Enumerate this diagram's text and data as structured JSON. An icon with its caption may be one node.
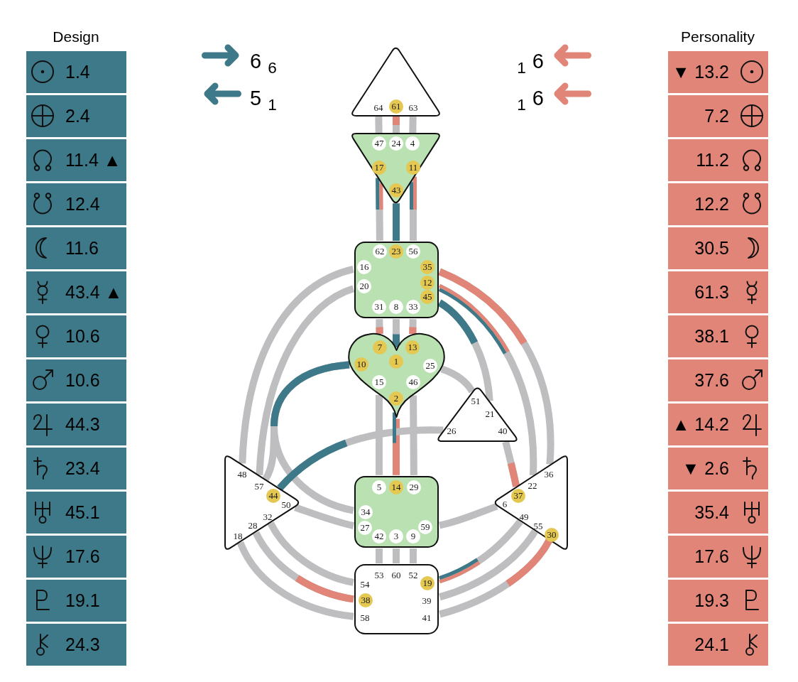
{
  "diagram": {
    "nodes": [
      {
        "text": [
          "1.4"
        ]
      },
      {
        "text": [
          "2.4"
        ]
      },
      {
        "text": [
          "11.4 ▲"
        ]
      },
      {
        "text": [
          "12.4"
        ]
      },
      {
        "text": [
          "11.6"
        ]
      },
      {
        "text": [
          "43.4 ▲"
        ]
      },
      {
        "text": [
          "10.6"
        ]
      },
      {
        "text": [
          "10.6"
        ]
      },
      {
        "text": [
          "44.3"
        ]
      },
      {
        "text": [
          "23.4"
        ]
      },
      {
        "text": [
          "45.1"
        ]
      },
      {
        "text": [
          "17.6"
        ]
      },
      {
        "text": [
          "19.1"
        ]
      },
      {
        "text": [
          "24.3"
        ]
      },
      {
        "text": [],
        "shape": "triangle"
      },
      {
        "text": [
          "64"
        ],
        "in": 14
      },
      {
        "text": [
          "61"
        ],
        "in": 14
      },
      {
        "text": [
          "63"
        ],
        "in": 14
      },
      {
        "text": [],
        "shape": "triangle"
      },
      {
        "text": [
          "47"
        ],
        "in": 18
      },
      {
        "text": [
          "24"
        ],
        "in": 18
      },
      {
        "text": [
          "4"
        ],
        "in": 18
      },
      {
        "text": [
          "17"
        ],
        "in": 18
      },
      {
        "text": [
          "11"
        ],
        "in": 18
      },
      {
        "text": [
          "43"
        ],
        "in": 18
      },
      {
        "text": [],
        "shape": "box"
      },
      {
        "text": [
          "62"
        ],
        "in": 25
      },
      {
        "text": [
          "23"
        ],
        "in": 25
      },
      {
        "text": [
          "56"
        ],
        "in": 25
      },
      {
        "text": [
          "16"
        ],
        "in": 25
      },
      {
        "text": [
          "35"
        ],
        "in": 25
      },
      {
        "text": [
          "12"
        ],
        "in": 25
      },
      {
        "text": [
          "20"
        ],
        "in": 25
      },
      {
        "text": [
          "45"
        ],
        "in": 25
      },
      {
        "text": [
          "31"
        ],
        "in": 25
      },
      {
        "text": [
          "8"
        ],
        "in": 25
      },
      {
        "text": [
          "33"
        ],
        "in": 25
      },
      {
        "text": [],
        "shape": "heart"
      },
      {
        "text": [
          "7"
        ],
        "in": 37
      },
      {
        "text": [
          "13"
        ],
        "in": 37
      },
      {
        "text": [
          "1"
        ],
        "in": 37
      },
      {
        "text": [
          "10"
        ],
        "in": 37
      },
      {
        "text": [
          "25"
        ],
        "in": 37
      },
      {
        "text": [
          "15"
        ],
        "in": 37
      },
      {
        "text": [
          "46"
        ],
        "in": 37
      },
      {
        "text": [
          "2"
        ],
        "in": 37
      },
      {
        "text": [],
        "shape": "triangle"
      },
      {
        "text": [
          "51"
        ],
        "in": 46
      },
      {
        "text": [
          "21"
        ],
        "in": 46
      },
      {
        "text": [
          "26"
        ],
        "in": 46
      },
      {
        "text": [
          "40"
        ],
        "in": 46
      },
      {
        "text": [],
        "shape": "triangle"
      },
      {
        "text": [
          "48"
        ],
        "in": 51
      },
      {
        "text": [
          "57"
        ],
        "in": 51
      },
      {
        "text": [
          "44"
        ],
        "in": 51
      },
      {
        "text": [
          "50"
        ],
        "in": 51
      },
      {
        "text": [
          "32"
        ],
        "in": 51
      },
      {
        "text": [
          "28"
        ],
        "in": 51
      },
      {
        "text": [
          "18"
        ],
        "in": 51
      },
      {
        "text": [],
        "shape": "box"
      },
      {
        "text": [
          "5"
        ],
        "in": 59
      },
      {
        "text": [
          "14"
        ],
        "in": 59
      },
      {
        "text": [
          "29"
        ],
        "in": 59
      },
      {
        "text": [
          "34"
        ],
        "in": 59
      },
      {
        "text": [
          "27"
        ],
        "in": 59
      },
      {
        "text": [
          "59"
        ],
        "in": 59
      },
      {
        "text": [
          "42"
        ],
        "in": 59
      },
      {
        "text": [
          "3"
        ],
        "in": 59
      },
      {
        "text": [
          "9"
        ],
        "in": 59
      },
      {
        "text": [],
        "shape": "triangle"
      },
      {
        "text": [
          "36"
        ],
        "in": 69
      },
      {
        "text": [
          "22"
        ],
        "in": 69
      },
      {
        "text": [
          "37"
        ],
        "in": 69
      },
      {
        "text": [
          "6"
        ],
        "in": 69
      },
      {
        "text": [
          "49"
        ],
        "in": 69
      },
      {
        "text": [
          "55"
        ],
        "in": 69
      },
      {
        "text": [
          "30"
        ],
        "in": 69
      },
      {
        "text": [],
        "shape": "box"
      },
      {
        "text": [
          "53"
        ],
        "in": 77
      },
      {
        "text": [
          "60"
        ],
        "in": 77
      },
      {
        "text": [
          "52"
        ],
        "in": 77
      },
      {
        "text": [
          "54"
        ],
        "in": 77
      },
      {
        "text": [
          "19"
        ],
        "in": 77
      },
      {
        "text": [
          "38"
        ],
        "in": 77
      },
      {
        "text": [
          "39"
        ],
        "in": 77
      },
      {
        "text": [
          "58"
        ],
        "in": 77
      },
      {
        "text": [
          "41"
        ],
        "in": 77
      },
      {
        "text": [
          "▼ 13.2"
        ]
      },
      {
        "text": [
          "7.2"
        ]
      },
      {
        "text": [
          "11.2"
        ]
      },
      {
        "text": [
          "12.2"
        ]
      },
      {
        "text": [
          "30.5"
        ]
      },
      {
        "text": [
          "61.3"
        ]
      },
      {
        "text": [
          "38.1"
        ]
      },
      {
        "text": [
          "37.6"
        ]
      },
      {
        "text": [
          "▲ 14.2"
        ]
      },
      {
        "text": [
          "▼ 2.6"
        ]
      },
      {
        "text": [
          "35.4"
        ]
      },
      {
        "text": [
          "17.6"
        ]
      },
      {
        "text": [
          "19.3"
        ]
      },
      {
        "text": [
          "24.1"
        ]
      }
    ],
    "edges": [
      {
        "from": 15,
        "to": 19,
        "arrow": "none"
      },
      {
        "from": 16,
        "to": 20,
        "arrow": "none"
      },
      {
        "from": 16,
        "to": null,
        "arrow": "none",
        "color": "#e08577"
      },
      {
        "from": 17,
        "to": 21,
        "arrow": "none"
      },
      {
        "from": 22,
        "to": 26,
        "arrow": "none"
      },
      {
        "from": 22,
        "to": null,
        "arrow": "none",
        "color": "#3d7988"
      },
      {
        "from": 22,
        "to": null,
        "arrow": "none",
        "color": "#e08577"
      },
      {
        "from": 24,
        "to": 27,
        "arrow": "none",
        "color": "#3d7988"
      },
      {
        "from": 23,
        "to": 28,
        "arrow": "none"
      },
      {
        "from": 23,
        "to": null,
        "arrow": "none",
        "color": "#3d7988"
      },
      {
        "from": 23,
        "to": null,
        "arrow": "none",
        "color": "#e08577"
      },
      {
        "from": 34,
        "to": 38,
        "arrow": "none"
      },
      {
        "from": 38,
        "to": null,
        "arrow": "none",
        "color": "#e08577"
      },
      {
        "from": 35,
        "to": 40,
        "arrow": "none"
      },
      {
        "from": 40,
        "to": null,
        "arrow": "none",
        "color": "#3d7988"
      },
      {
        "from": 36,
        "to": 39,
        "arrow": "none"
      },
      {
        "from": 39,
        "to": null,
        "arrow": "none",
        "color": "#e08577"
      },
      {
        "from": 29,
        "to": 52,
        "arrow": "none"
      },
      {
        "from": 32,
        "to": 53,
        "arrow": "none"
      },
      {
        "from": 30,
        "to": 70,
        "arrow": "none"
      },
      {
        "from": 30,
        "to": null,
        "arrow": "none",
        "color": "#e08577"
      },
      {
        "from": 31,
        "to": 71,
        "arrow": "none"
      },
      {
        "from": 31,
        "to": null,
        "arrow": "none",
        "color": "#3d7988"
      },
      {
        "from": 31,
        "to": null,
        "arrow": "none",
        "color": "#e08577"
      },
      {
        "from": 33,
        "to": 48,
        "arrow": "none"
      },
      {
        "from": 33,
        "to": null,
        "arrow": "none",
        "color": "#3d7988"
      },
      {
        "from": 41,
        "to": 63,
        "arrow": "none"
      },
      {
        "from": 41,
        "to": null,
        "arrow": "none",
        "color": "#3d7988"
      },
      {
        "from": 41,
        "to": 53,
        "arrow": "none"
      },
      {
        "from": 42,
        "to": 47,
        "arrow": "none"
      },
      {
        "from": 43,
        "to": 60,
        "arrow": "none"
      },
      {
        "from": 45,
        "to": 61,
        "arrow": "none",
        "color": "#e08577"
      },
      {
        "from": 45,
        "to": null,
        "arrow": "none",
        "color": "#3d7988"
      },
      {
        "from": 44,
        "to": 62,
        "arrow": "none"
      },
      {
        "from": 54,
        "to": 49,
        "arrow": "none"
      },
      {
        "from": 54,
        "to": null,
        "arrow": "none",
        "color": "#3d7988"
      },
      {
        "from": 50,
        "to": 72,
        "arrow": "none"
      },
      {
        "from": 72,
        "to": null,
        "arrow": "none",
        "color": "#e08577"
      },
      {
        "from": 55,
        "to": 64,
        "arrow": "none"
      },
      {
        "from": 56,
        "to": 81,
        "arrow": "none"
      },
      {
        "from": 57,
        "to": 83,
        "arrow": "none"
      },
      {
        "from": 83,
        "to": null,
        "arrow": "none",
        "color": "#e08577"
      },
      {
        "from": 58,
        "to": 85,
        "arrow": "none"
      },
      {
        "from": 65,
        "to": 73,
        "arrow": "none"
      },
      {
        "from": 66,
        "to": 78,
        "arrow": "none"
      },
      {
        "from": 67,
        "to": 79,
        "arrow": "none"
      },
      {
        "from": 68,
        "to": 80,
        "arrow": "none"
      },
      {
        "from": 82,
        "to": 74,
        "arrow": "none"
      },
      {
        "from": 82,
        "to": null,
        "arrow": "none",
        "color": "#e08577"
      },
      {
        "from": 82,
        "to": null,
        "arrow": "none",
        "color": "#3d7988"
      },
      {
        "from": 84,
        "to": 75,
        "arrow": "none"
      },
      {
        "from": 86,
        "to": 76,
        "arrow": "none"
      },
      {
        "from": 76,
        "to": null,
        "arrow": "none",
        "color": "#e08577"
      }
    ],
    "labels": [
      "Design",
      "Personality",
      "6$_{6}$",
      "$_{1}$6",
      "5$_{1}$",
      "$_{1}$6"
    ]
  }
}
